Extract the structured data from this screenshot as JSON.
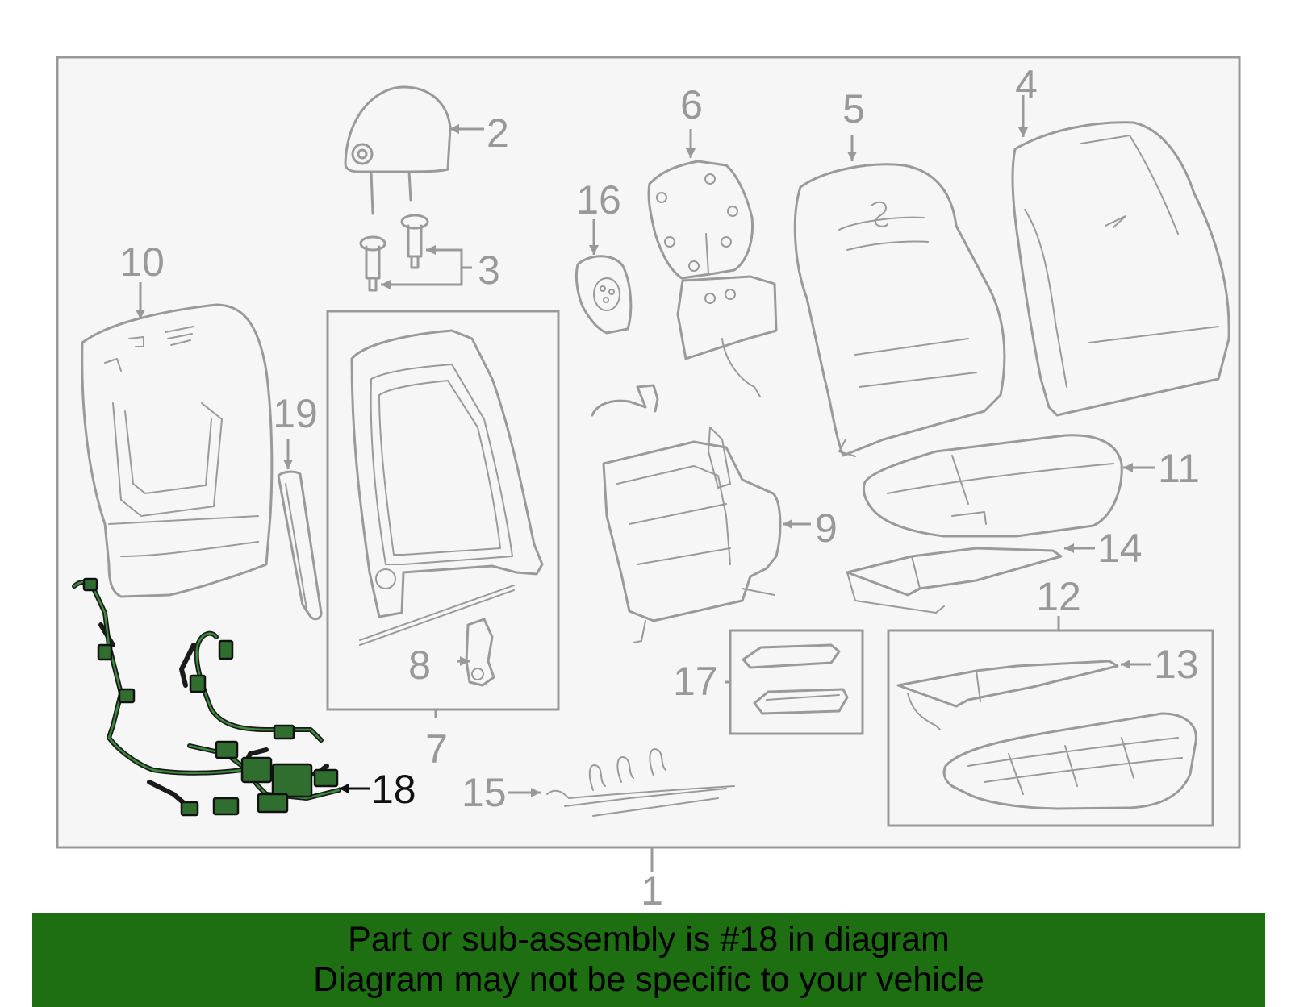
{
  "diagram": {
    "callouts": [
      "1",
      "2",
      "3",
      "4",
      "5",
      "6",
      "7",
      "8",
      "9",
      "10",
      "11",
      "12",
      "13",
      "14",
      "15",
      "16",
      "17",
      "18",
      "19"
    ],
    "highlighted_callout": "18",
    "colors": {
      "panel_background": "#f6f6f6",
      "line_art": "#9a9a9a",
      "highlighted_part": "#2f6e2f",
      "banner": "#1e6e12"
    }
  },
  "banner": {
    "line1": "Part or sub-assembly is #18 in diagram",
    "line2": "Diagram may not be specific to your vehicle"
  }
}
